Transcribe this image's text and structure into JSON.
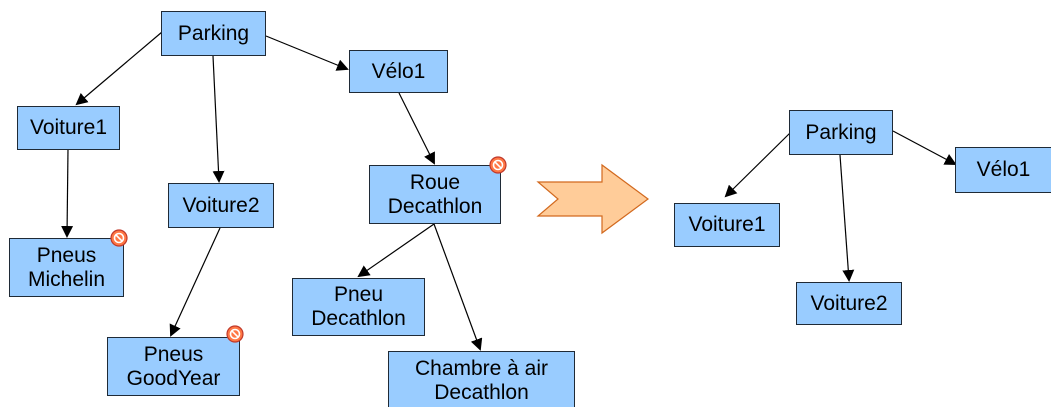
{
  "left_tree": {
    "parking": "Parking",
    "velo1": "Vélo1",
    "voiture1": "Voiture1",
    "voiture2": "Voiture2",
    "roue_decathlon": [
      "Roue",
      "Decathlon"
    ],
    "pneus_michelin": [
      "Pneus",
      "Michelin"
    ],
    "pneus_goodyear": [
      "Pneus",
      "GoodYear"
    ],
    "pneu_decathlon": [
      "Pneu",
      "Decathlon"
    ],
    "chambre_decathlon": [
      "Chambre à air",
      "Decathlon"
    ]
  },
  "right_tree": {
    "parking": "Parking",
    "velo1": "Vélo1",
    "voiture1": "Voiture1",
    "voiture2": "Voiture2"
  },
  "icons": {
    "blocked": "no-entry-icon",
    "transform": "arrow-right-icon"
  },
  "colors": {
    "node_fill": "#99ccff",
    "node_border": "#1f2a36",
    "arrow_fill": "#ffcc99",
    "arrow_stroke": "#d2691e",
    "block_fill": "#ff7744",
    "block_ring": "#c0392b"
  }
}
